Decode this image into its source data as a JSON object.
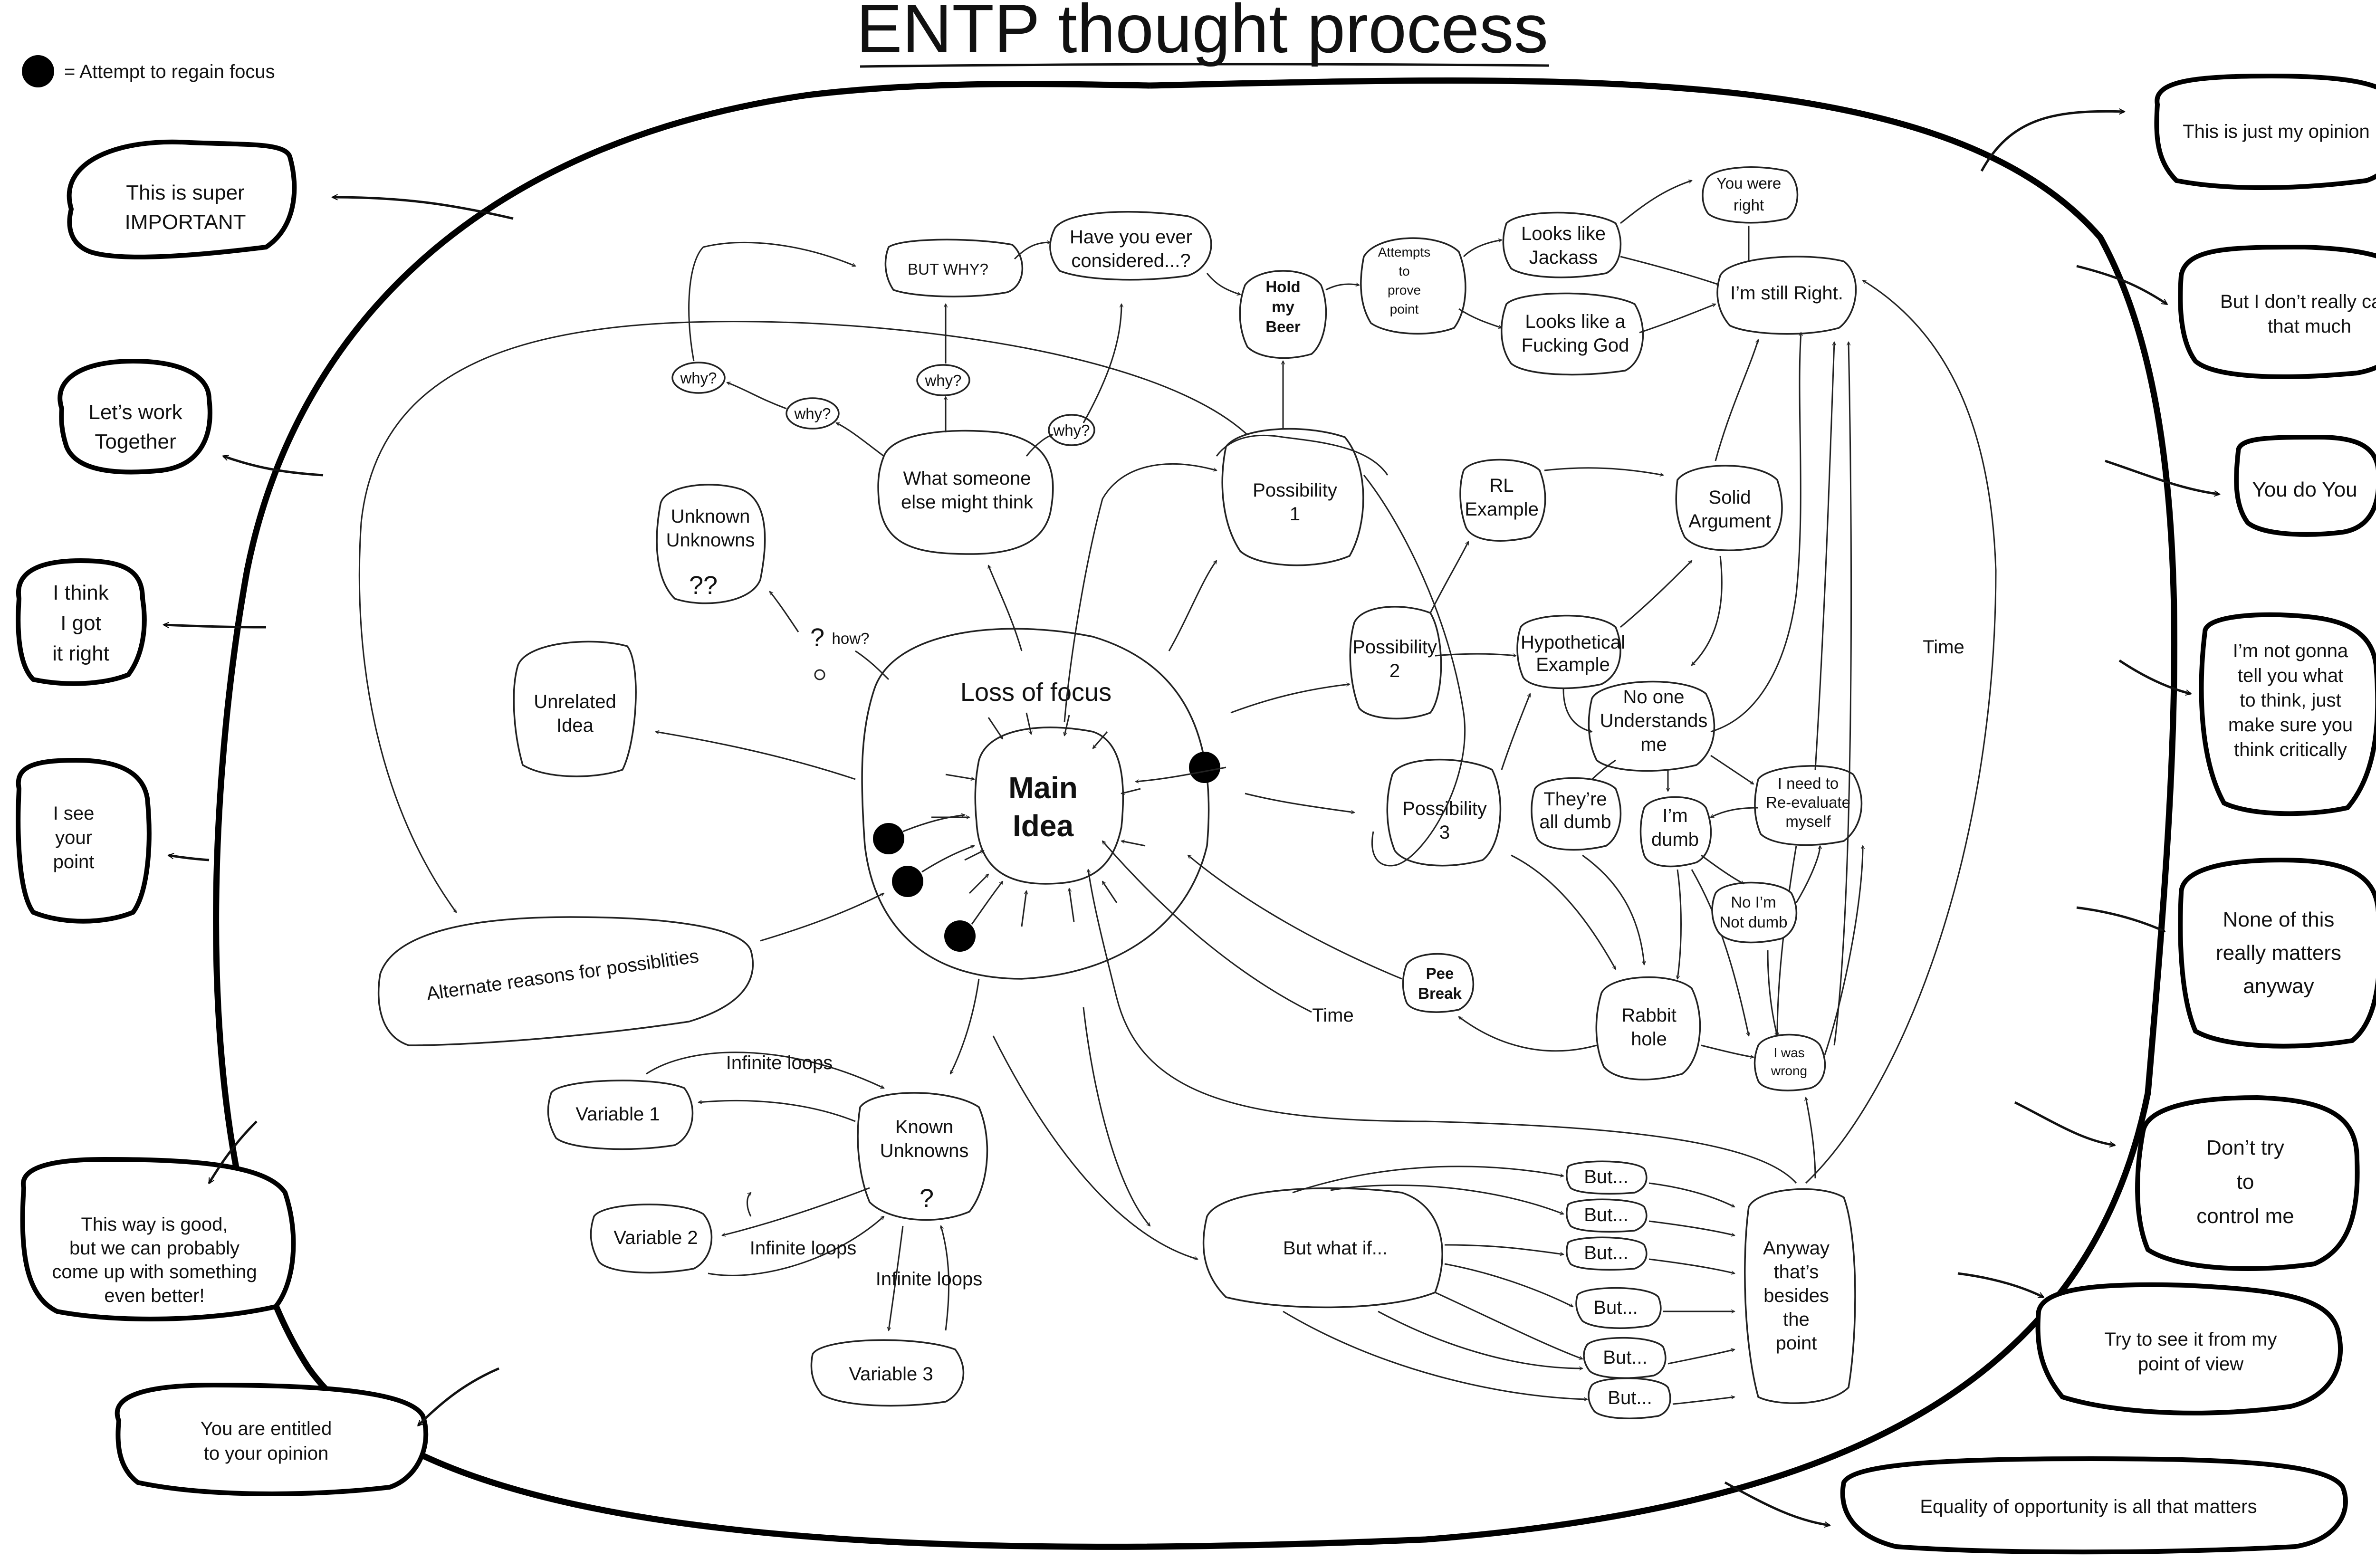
{
  "title": "ENTP thought process",
  "legend": {
    "marker": "filled-black-dot",
    "label": "= Attempt to regain focus"
  },
  "colors": {
    "ink": "#000000",
    "background": "#ffffff"
  },
  "outer_bubbles": {
    "super_important": [
      "This is super",
      "IMPORTANT"
    ],
    "lets_work": [
      "Let’s work",
      "Together"
    ],
    "got_it_right": [
      "I think",
      "I got",
      "it right"
    ],
    "see_point": [
      "I see",
      "your",
      "point"
    ],
    "this_way_good": [
      "This way is good,",
      "but we can probably",
      "come up with something",
      "even better!"
    ],
    "entitled": [
      "You are entitled",
      "to your opinion"
    ],
    "just_opinion": [
      "This is just my opinion"
    ],
    "dont_care": [
      "But I don’t really care",
      "that much"
    ],
    "you_do_you": [
      "You do You"
    ],
    "not_tell": [
      "I’m not gonna",
      "tell you what",
      "to think, just",
      "make sure you",
      "think critically"
    ],
    "none_matters": [
      "None of this",
      "really matters",
      "anyway"
    ],
    "dont_control": [
      "Don’t try",
      "to",
      "control me"
    ],
    "see_view": [
      "Try to see it from my",
      "point of view"
    ],
    "equality": [
      "Equality of opportunity is all that matters"
    ]
  },
  "center": {
    "loss_of_focus": "Loss of focus",
    "main_idea": [
      "Main",
      "Idea"
    ]
  },
  "nodes": {
    "unknown_unknowns": [
      "Unknown",
      "Unknowns"
    ],
    "unknown_marks": "?? ",
    "how": "how?",
    "how_mark": "?",
    "what_someone": [
      "What someone",
      "else might think"
    ],
    "why_q": "why?",
    "but_why": "BUT WHY?",
    "have_you": [
      "Have you ever",
      "considered...?"
    ],
    "hold_beer": [
      "Hold",
      "my",
      "Beer"
    ],
    "attempts": [
      "Attempts",
      "to",
      "prove",
      "point"
    ],
    "looks_jackass": [
      "Looks like",
      "Jackass"
    ],
    "looks_god": [
      "Looks like a",
      "Fucking God"
    ],
    "you_were_right": [
      "You were",
      "right"
    ],
    "still_right": "I’m still Right.",
    "unrelated": [
      "Unrelated",
      "Idea"
    ],
    "alternate": "Alternate reasons for possiblities",
    "possibility_1": [
      "Possibility",
      "1"
    ],
    "possibility_2": [
      "Possibility",
      "2"
    ],
    "possibility_3": [
      "Possibility",
      "3"
    ],
    "rl_example": [
      "RL",
      "Example"
    ],
    "solid_argument": [
      "Solid",
      "Argument"
    ],
    "hypothetical": [
      "Hypothetical",
      "Example"
    ],
    "no_one": [
      "No one",
      "Understands",
      "me"
    ],
    "theyre_dumb": [
      "They’re",
      "all dumb"
    ],
    "im_dumb": [
      "I’m",
      "dumb"
    ],
    "reevaluate": [
      "I need to",
      "Re-evaluate",
      "myself"
    ],
    "not_dumb": [
      "No I’m",
      "Not dumb"
    ],
    "was_wrong": [
      "I was",
      "wrong"
    ],
    "rabbit_hole": [
      "Rabbit",
      "hole"
    ],
    "pee_break": [
      "Pee",
      "Break"
    ],
    "time": "Time",
    "known_unknowns": [
      "Known",
      "Unknowns"
    ],
    "known_mark": "?",
    "variable_1": "Variable 1",
    "variable_2": "Variable 2",
    "variable_3": "Variable 3",
    "infinite_loops": "Infinite loops",
    "but_what_if": "But what if...",
    "but": "But...",
    "anyway": [
      "Anyway",
      "that’s",
      "besides",
      "the",
      "point"
    ]
  }
}
